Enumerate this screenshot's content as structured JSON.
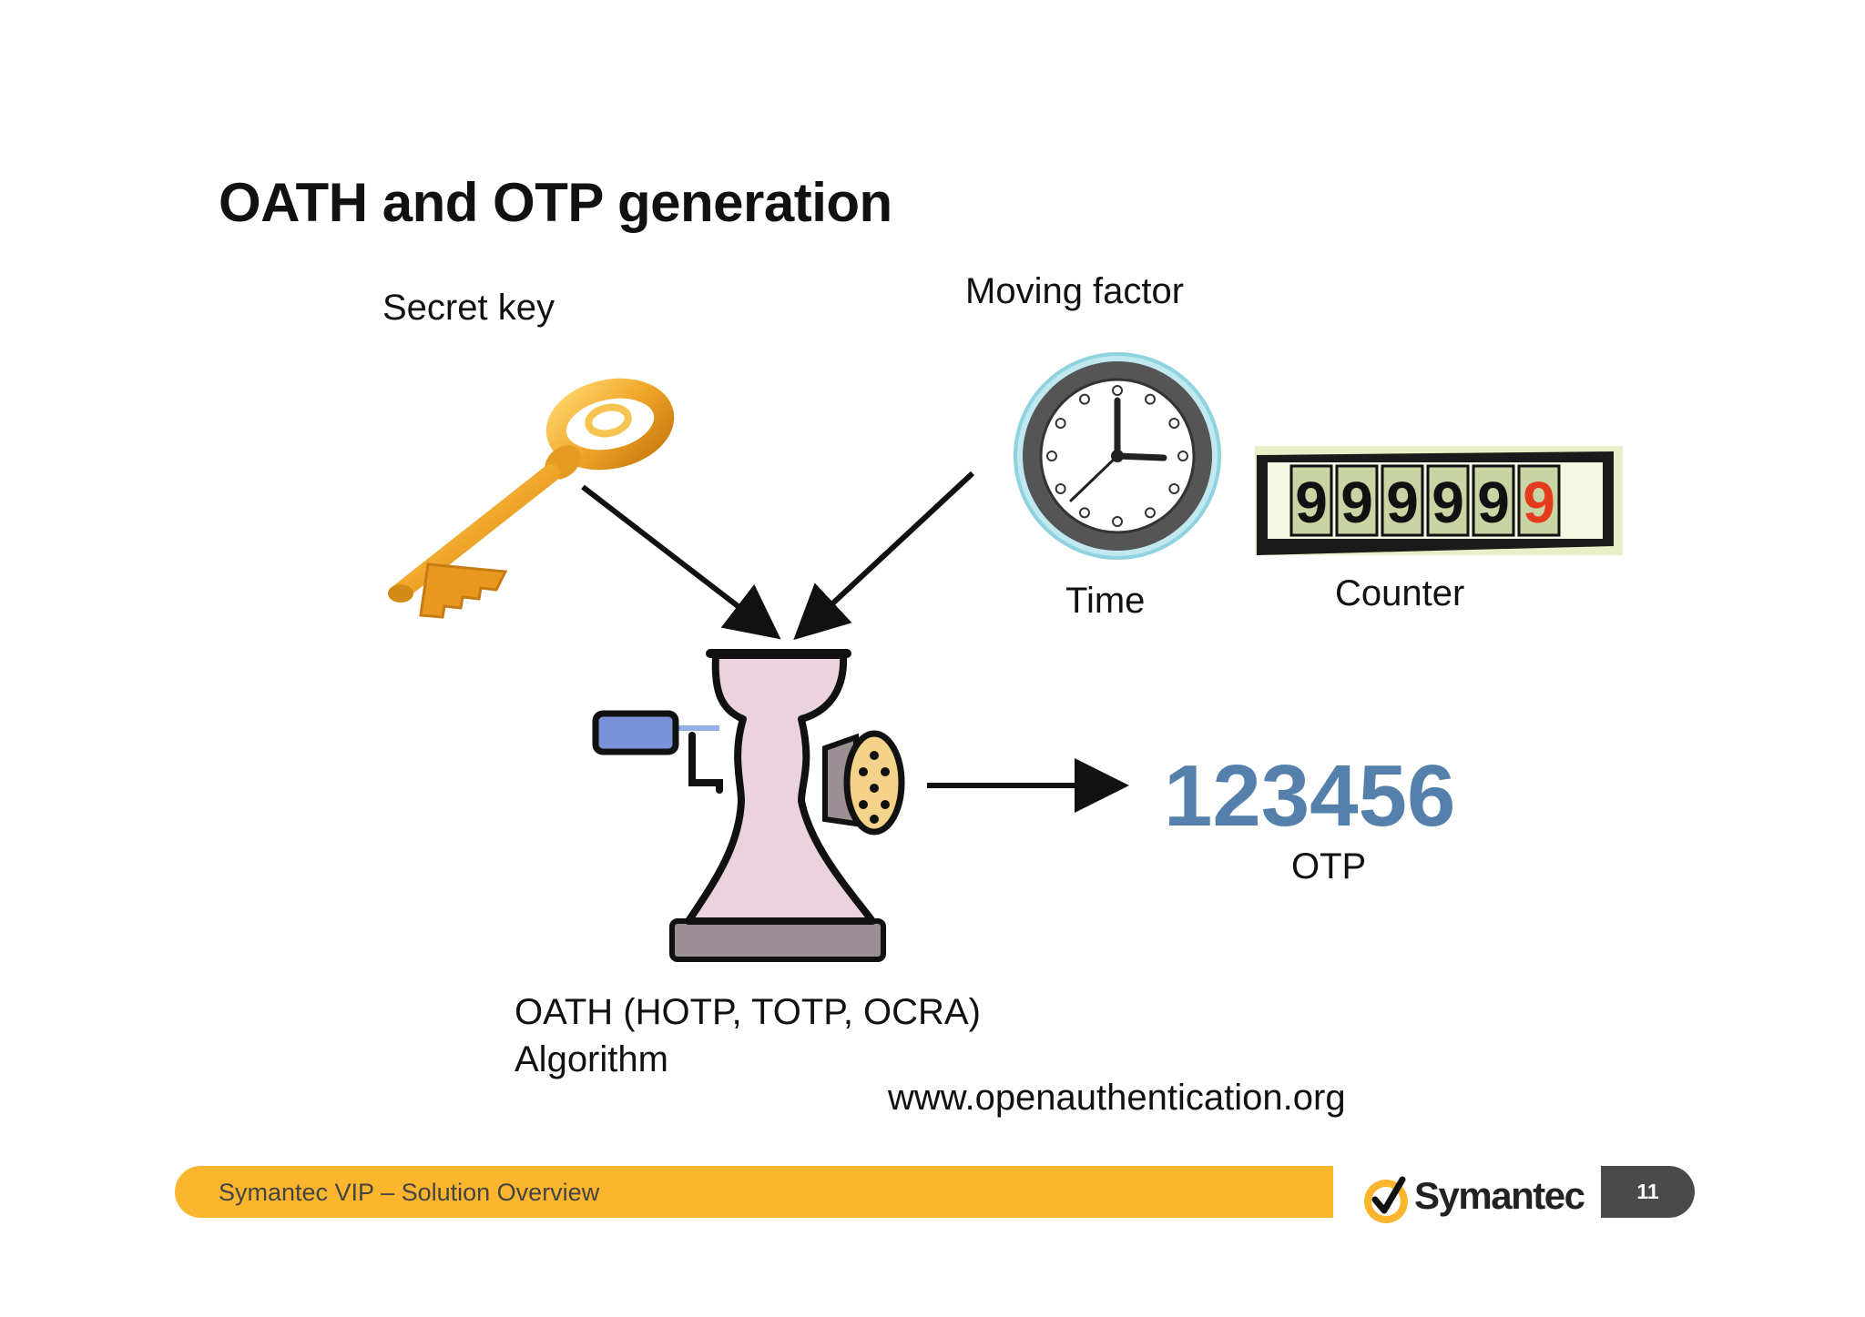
{
  "slide": {
    "title": "OATH and OTP generation"
  },
  "diagram": {
    "secret_key_label": "Secret key",
    "moving_factor_label": "Moving factor",
    "time_label": "Time",
    "counter_label": "Counter",
    "counter_digits": [
      "9",
      "9",
      "9",
      "9",
      "9",
      "9"
    ],
    "otp_value": "123456",
    "otp_label": "OTP",
    "algorithm_line1": "OATH  (HOTP, TOTP, OCRA)",
    "algorithm_line2": "Algorithm",
    "url": "www.openauthentication.org"
  },
  "footer": {
    "text": "Symantec VIP – Solution Overview",
    "brand": "Symantec",
    "page_number": "11"
  },
  "colors": {
    "otp_blue": "#5580ab",
    "footer_yellow": "#fbb62d",
    "page_pill": "#4a4a4a",
    "key_gold": "#f0a62a",
    "grinder_pink": "#ead3df",
    "clock_ring": "#8fd3e0",
    "counter_red": "#e43a1e",
    "counter_panel": "#e7efc7"
  },
  "icons": {
    "key": "key-icon",
    "clock": "clock-icon",
    "counter": "counter-icon",
    "grinder": "meat-grinder-icon",
    "brand_mark": "checkmark-logo-icon"
  }
}
